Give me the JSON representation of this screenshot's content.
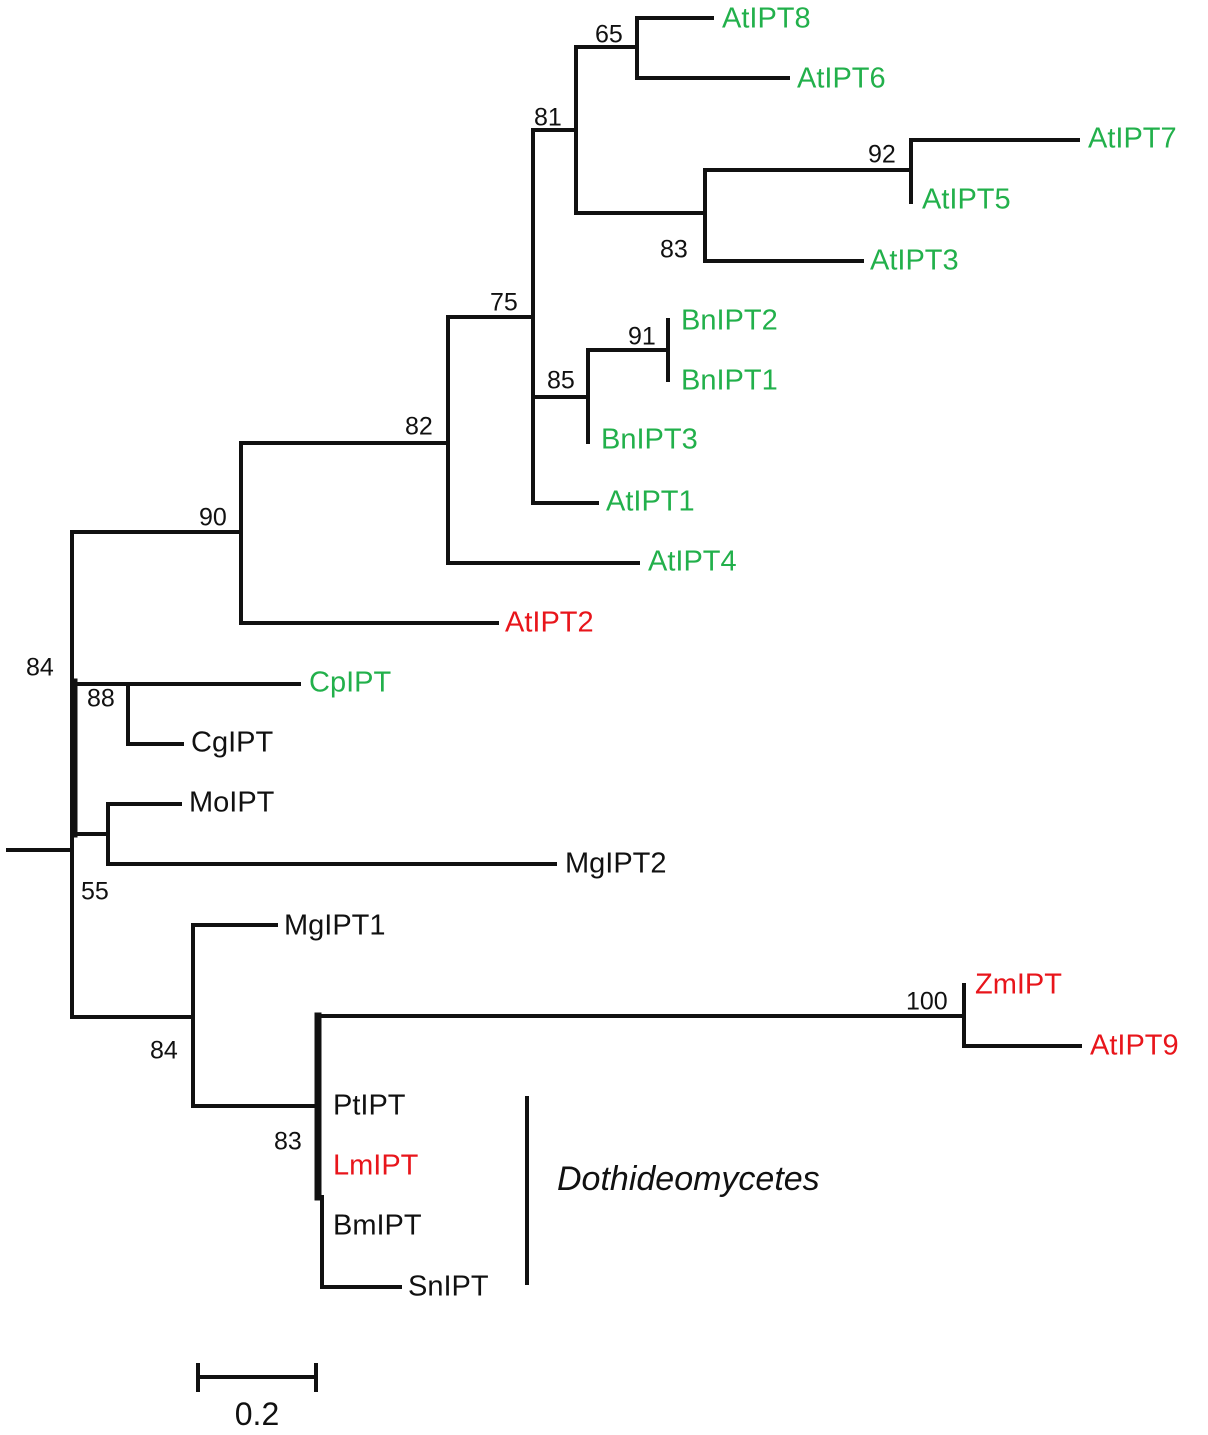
{
  "colors": {
    "green": "#22b04b",
    "red": "#e8151b",
    "black": "#111111"
  },
  "taxa": [
    {
      "name": "AtIPT8",
      "color": "green"
    },
    {
      "name": "AtIPT6",
      "color": "green"
    },
    {
      "name": "AtIPT7",
      "color": "green"
    },
    {
      "name": "AtIPT5",
      "color": "green"
    },
    {
      "name": "AtIPT3",
      "color": "green"
    },
    {
      "name": "BnIPT2",
      "color": "green"
    },
    {
      "name": "BnIPT1",
      "color": "green"
    },
    {
      "name": "BnIPT3",
      "color": "green"
    },
    {
      "name": "AtIPT1",
      "color": "green"
    },
    {
      "name": "AtIPT4",
      "color": "green"
    },
    {
      "name": "AtIPT2",
      "color": "red"
    },
    {
      "name": "CpIPT",
      "color": "green"
    },
    {
      "name": "CgIPT",
      "color": "black"
    },
    {
      "name": "MoIPT",
      "color": "black"
    },
    {
      "name": "MgIPT2",
      "color": "black"
    },
    {
      "name": "MgIPT1",
      "color": "black"
    },
    {
      "name": "ZmIPT",
      "color": "red"
    },
    {
      "name": "AtIPT9",
      "color": "red"
    },
    {
      "name": "PtIPT",
      "color": "black"
    },
    {
      "name": "LmIPT",
      "color": "red"
    },
    {
      "name": "BmIPT",
      "color": "black"
    },
    {
      "name": "SnIPT",
      "color": "black"
    }
  ],
  "bootstrap": [
    "65",
    "81",
    "92",
    "83",
    "75",
    "91",
    "85",
    "82",
    "90",
    "84",
    "88",
    "55",
    "84",
    "100",
    "83"
  ],
  "clade_label": "Dothideomycetes",
  "scale_bar": {
    "label": "0.2",
    "length": 0.2
  }
}
